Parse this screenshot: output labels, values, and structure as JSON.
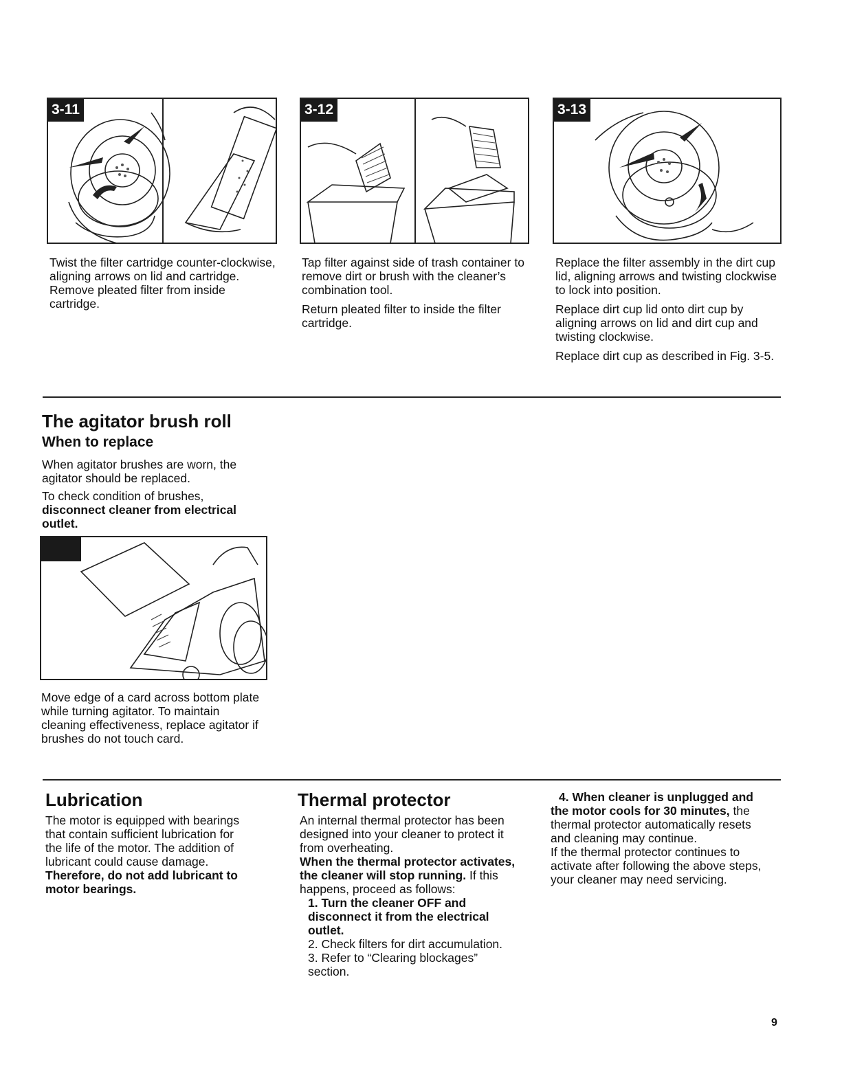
{
  "figures": [
    {
      "label": "3-11",
      "caption": [
        "Twist the filter cartridge counter-clockwise, aligning arrows on lid and cartridge. Remove pleated filter from inside cartridge."
      ]
    },
    {
      "label": "3-12",
      "caption": [
        "Tap filter against side of trash container to remove dirt or brush with the cleaner’s combination tool.",
        "Return pleated filter to inside the filter cartridge."
      ]
    },
    {
      "label": "3-13",
      "caption": [
        "Replace the filter assembly in the dirt cup lid, aligning arrows and twisting clockwise to lock into position.",
        "Replace dirt cup lid onto dirt cup by aligning arrows on lid and dirt cup and twisting clockwise.",
        "Replace dirt cup as described in Fig. 3-5."
      ]
    }
  ],
  "agitator": {
    "title": "The agitator brush roll",
    "subtitle": "When to replace",
    "para1": "When agitator brushes are worn, the agitator should be replaced.",
    "para2_plain": "To check condition of brushes, ",
    "para2_bold": "disconnect cleaner from electrical outlet.",
    "figure_caption": "Move edge of a card across bottom plate while turning agitator. To maintain cleaning effectiveness, replace agitator if brushes do not touch card."
  },
  "lubrication": {
    "title": "Lubrication",
    "plain": "The motor is equipped with bearings that contain sufficient lubrication for the life of the motor. The addition of lubricant could cause damage. ",
    "bold": "Therefore, do not add lubricant to motor bearings."
  },
  "thermal": {
    "title": "Thermal protector",
    "intro": "An internal thermal protector has been designed into your cleaner to protect it from overheating.",
    "bold_lead": "When the thermal protector activates, the cleaner will stop running.",
    "follow": " If this happens, proceed as follows:",
    "step1": "1. Turn the cleaner OFF and disconnect it from the electrical outlet.",
    "step2": "2. Check filters for dirt accumulation.",
    "step3": "3. Refer to “Clearing blockages” section.",
    "step4_bold": "4. When cleaner is unplugged and the motor cools for 30 minutes,",
    "step4_plain": " the thermal protector automatically resets and cleaning may continue.",
    "closing": "If the thermal protector continues to activate after following the above steps, your cleaner may need servicing."
  },
  "page_number": "9"
}
